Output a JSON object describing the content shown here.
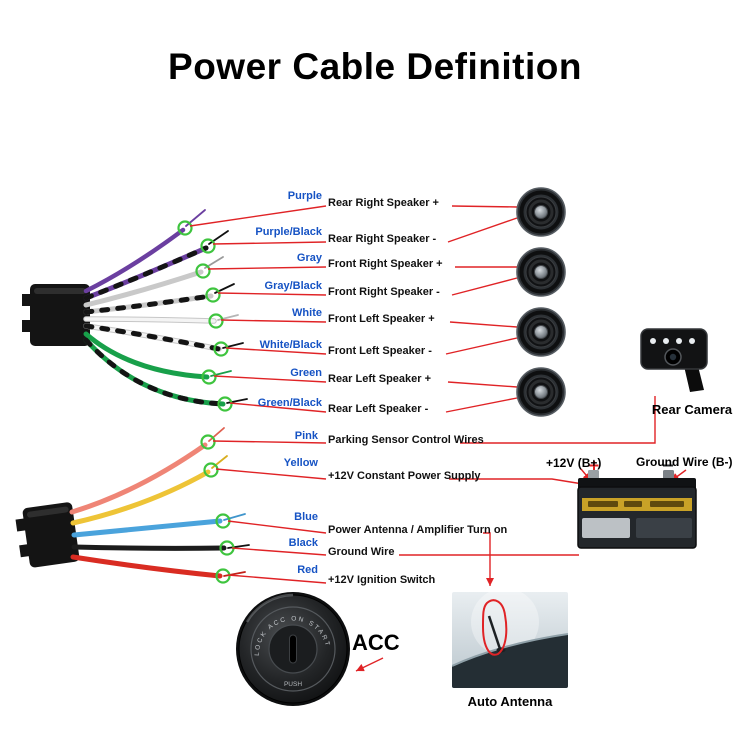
{
  "title": "Power Cable Definition",
  "colors": {
    "red_line": "#e02326",
    "label_blue": "#1653c4",
    "circle_green": "#3ec43e",
    "stripe_black": "#141414",
    "wire_purple": "#6b3fa0",
    "wire_gray": "#c9c9c9",
    "wire_white": "#f4f4f4",
    "wire_green": "#18a04a",
    "wire_pink": "#ef8576",
    "wire_yellow": "#eec437",
    "wire_blue": "#4aa3dc",
    "wire_black": "#1c1c1c",
    "wire_red": "#d92c22"
  },
  "top_wires": [
    {
      "color_label": "Purple",
      "function": "Rear Right Speaker +"
    },
    {
      "color_label": "Purple/Black",
      "function": "Rear Right Speaker -"
    },
    {
      "color_label": "Gray",
      "function": "Front Right Speaker +"
    },
    {
      "color_label": "Gray/Black",
      "function": "Front Right Speaker -"
    },
    {
      "color_label": "White",
      "function": "Front Left Speaker +"
    },
    {
      "color_label": "White/Black",
      "function": "Front Left Speaker -"
    },
    {
      "color_label": "Green",
      "function": "Rear Left Speaker +"
    },
    {
      "color_label": "Green/Black",
      "function": "Rear Left Speaker -"
    }
  ],
  "bottom_wires": [
    {
      "color_label": "Pink",
      "function": "Parking Sensor Control Wires"
    },
    {
      "color_label": "Yellow",
      "function": "+12V Constant Power Supply"
    },
    {
      "color_label": "Blue",
      "function": "Power Antenna / Amplifier Turn on"
    },
    {
      "color_label": "Black",
      "function": "Ground Wire"
    },
    {
      "color_label": "Red",
      "function": "+12V  Ignition Switch"
    }
  ],
  "battery": {
    "positive_label": "+12V  (B+)",
    "negative_label": "Ground Wire (B-)"
  },
  "acc": {
    "label": "ACC",
    "dial_text": "LOCK  ACC  ON  START",
    "push_label": "PUSH"
  },
  "captions": {
    "rear_camera": "Rear Camera",
    "auto_antenna": "Auto Antenna"
  }
}
